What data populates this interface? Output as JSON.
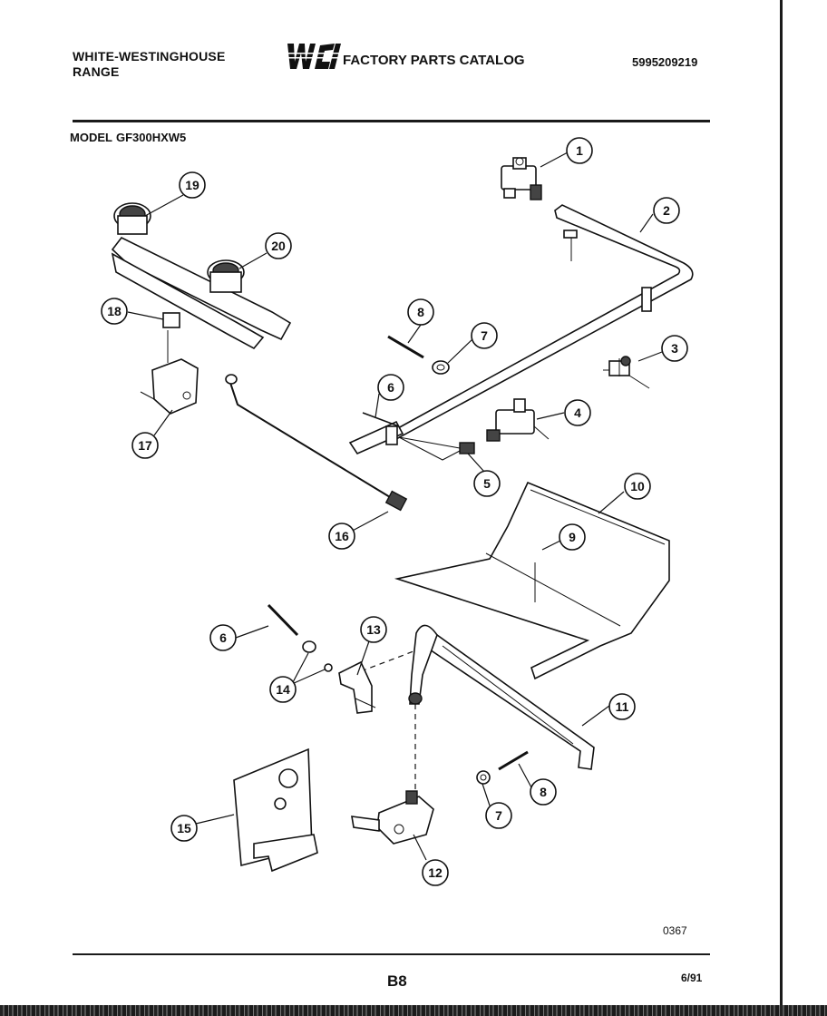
{
  "header": {
    "manufacturer_line1": "WHITE-WESTINGHOUSE",
    "manufacturer_line2": "RANGE",
    "logo_text": "WCI",
    "catalog_title": "FACTORY PARTS CATALOG",
    "catalog_number": "5995209219"
  },
  "model": {
    "label": "MODEL",
    "number": "GF300HXW5"
  },
  "callouts": [
    "1",
    "2",
    "3",
    "4",
    "5",
    "6",
    "7",
    "8",
    "9",
    "10",
    "11",
    "12",
    "13",
    "14",
    "15",
    "16",
    "17",
    "18",
    "19",
    "20",
    "6",
    "8",
    "7"
  ],
  "footer": {
    "code": "0367",
    "page": "B8",
    "date": "6/91"
  }
}
